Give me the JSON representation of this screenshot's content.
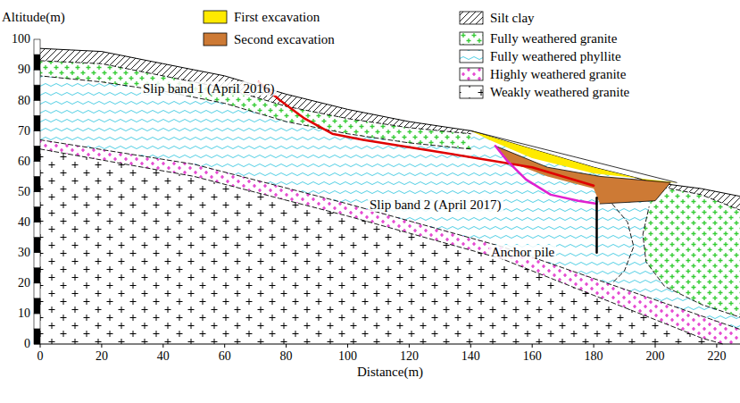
{
  "diagram": {
    "labels": [
      "Altitude(m)",
      "100",
      "90",
      "80",
      "70",
      "60",
      "50",
      "40",
      "30",
      "20",
      "10",
      "0",
      "0",
      "20",
      "40",
      "60",
      "80",
      "100",
      "120",
      "140",
      "160",
      "180",
      "200",
      "220",
      "Distance(m)",
      "Slip band 1 (April 2016)",
      "Slip band 2 (April 2017)",
      "Anchor pile"
    ],
    "legend": [
      {
        "text": "First excavation",
        "color": "#ffea00"
      },
      {
        "text": "Second excavation",
        "color": "#cd7a35"
      },
      {
        "text": "Silt clay"
      },
      {
        "text": "Fully weathered granite"
      },
      {
        "text": "Fully weathered phyllite"
      },
      {
        "text": "Highly weathered granite"
      },
      {
        "text": "Weakly weathered granite"
      }
    ]
  }
}
